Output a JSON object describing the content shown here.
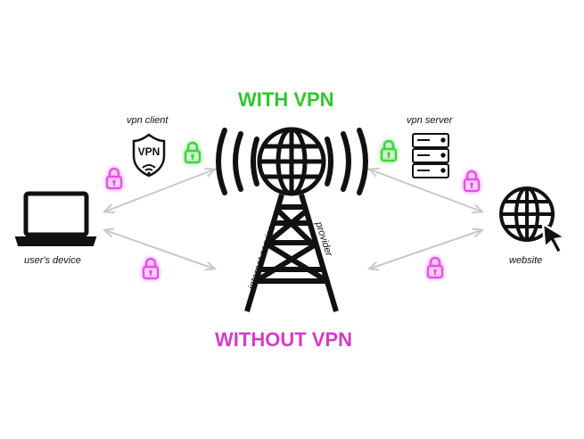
{
  "headings": {
    "with_vpn": "WITH VPN",
    "without_vpn": "WITHOUT VPN"
  },
  "labels": {
    "vpn_client": "vpn client",
    "vpn_server": "vpn server",
    "users_device": "user's device",
    "website": "website",
    "internet_service": "internet service",
    "provider": "provider",
    "vpn_badge": "VPN"
  },
  "colors": {
    "with_vpn": "#2ec82e",
    "without_vpn": "#d23cc8",
    "green_lock": "#3cd23c",
    "pink_lock": "#e650e6",
    "arrow": "#c8c8c8",
    "icon": "#111111"
  },
  "icons": [
    "laptop-icon",
    "vpn-shield-icon",
    "isp-tower-icon",
    "globe-icon",
    "server-icon",
    "globe-cursor-icon",
    "lock-icon"
  ]
}
